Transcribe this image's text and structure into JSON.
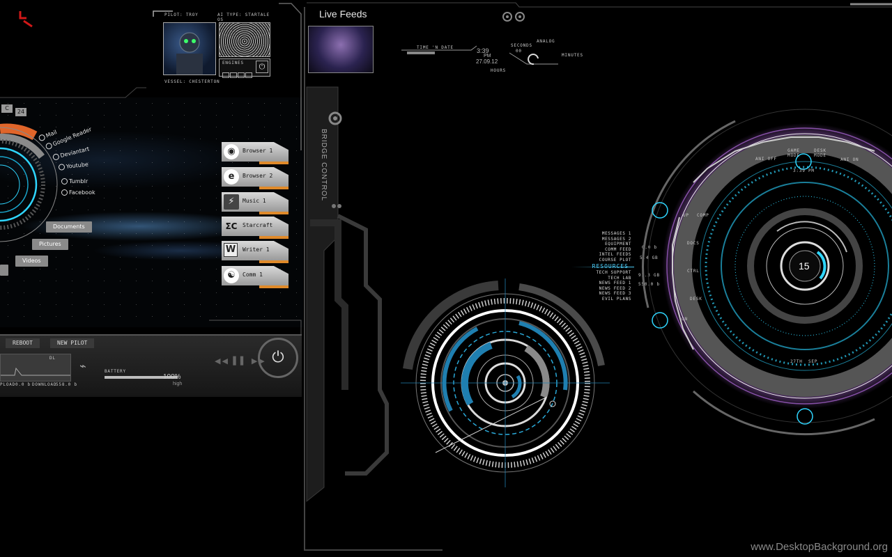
{
  "pilot_card": {
    "pilot": "PILOT: TROY",
    "ai_type": "AI TYPE: STARTALE OS",
    "engines": "ENGINES",
    "vessel": "VESSEL: CHESTERTON"
  },
  "top_badges": {
    "c": "C",
    "count": "24"
  },
  "links": [
    "Mail",
    "Google Reader",
    "Deviantart",
    "Youtube",
    "Tumblr",
    "Facebook"
  ],
  "folders": [
    "Documents",
    "Pictures",
    "Videos"
  ],
  "apps": [
    {
      "label": "Browser 1",
      "icon": "chrome-icon"
    },
    {
      "label": "Browser 2",
      "icon": "ie-icon"
    },
    {
      "label": "Music 1",
      "icon": "winamp-icon"
    },
    {
      "label": "Starcraft",
      "icon": "starcraft-icon"
    },
    {
      "label": "Writer 1",
      "icon": "writer-icon"
    },
    {
      "label": "Comm 1",
      "icon": "yinyang-icon"
    }
  ],
  "bottom_bar": {
    "reboot": "REBOOT",
    "new_pilot": "NEW PILOT",
    "dl": "DL",
    "upload": "PLOAD",
    "upload_val": "0.0 b",
    "download": "DOWNLOAD",
    "download_val": "558.0 b",
    "battery": "BATTERY",
    "battery_pct": "100%",
    "battery_state": "high",
    "battery_level": 1.0
  },
  "bridge_control": "BRIDGE CONTROL",
  "live_feeds": {
    "title": "Live Feeds"
  },
  "clock": {
    "label": "TIME 'n DATE",
    "time": "3:39",
    "ampm": "PM",
    "date": "27.09.12",
    "hours": "HOURS",
    "seconds": "SECONDS",
    "seconds_val": "00",
    "analog": "ANALOG",
    "minutes": "MINUTES"
  },
  "hud_menu": {
    "items": [
      "MESSAGES 1",
      "MESSAGES 2",
      "EQUIPMENT",
      "COMM FEED",
      "INTEL FEEDS",
      "COURSE PLOT"
    ],
    "resources": "RESOURCES",
    "items2": [
      "TECH SUPPORT",
      "TECH LAB",
      "NEWS FEED 1",
      "NEWS FEED 2",
      "NEWS FEED 3",
      "EVIL PLANS"
    ],
    "vals": [
      "0.0 b",
      "5.4 GB",
      "91.3 GB",
      "550.0 b"
    ]
  },
  "hud_ring": {
    "buttons_top": [
      "ANI OFF",
      "GAME MODE",
      "DESK MODE",
      "ANI ON"
    ],
    "buttons_left": [
      "COMP",
      "DOCS",
      "CTRL",
      "DESK"
    ],
    "up": "UP",
    "on": "ON",
    "time": "3:39",
    "pm": "PM",
    "center": "15",
    "day": "27TH",
    "month": "SEP"
  },
  "watermark": "www.DesktopBackground.org",
  "colors": {
    "accent_orange": "#e08a2a",
    "accent_cyan": "#2fd6ff",
    "accent_purple": "#b36be0"
  }
}
